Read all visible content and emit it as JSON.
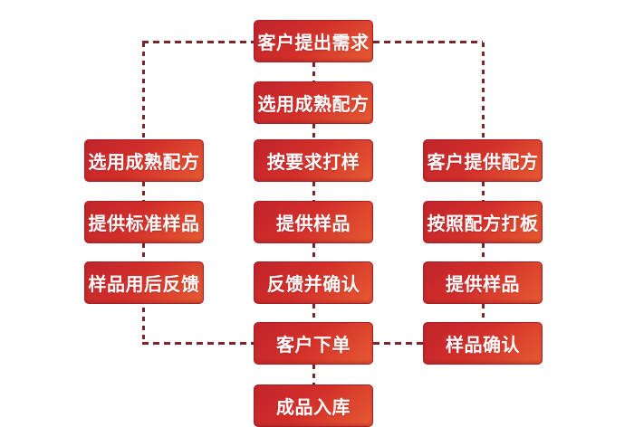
{
  "theme": {
    "bg": "#ffffff",
    "box_start": "#c1242b",
    "box_mid": "#d3302a",
    "box_end": "#e65b31",
    "box_edge": "#a82028",
    "connector": "#7c2528",
    "text": "#ffffff"
  },
  "flow": {
    "title": "",
    "nodes": {
      "customer_request": {
        "label": "客户提出需求"
      },
      "select_mature_formula": {
        "label": "选用成熟配方"
      },
      "sample_per_request": {
        "label": "按要求打样"
      },
      "provide_sample_mid": {
        "label": "提供样品"
      },
      "feedback_and_confirm": {
        "label": "反馈并确认"
      },
      "customer_order": {
        "label": "客户下单"
      },
      "finished_goods_storage": {
        "label": "成品入库"
      },
      "select_mature_formula_left": {
        "label": "选用成熟配方"
      },
      "provide_standard_sample": {
        "label": "提供标准样品"
      },
      "feedback_after_use": {
        "label": "样品用后反馈"
      },
      "customer_provides_formula": {
        "label": "客户提供配方"
      },
      "make_per_formula": {
        "label": "按照配方打板"
      },
      "provide_sample_right": {
        "label": "提供样品"
      },
      "sample_confirmation": {
        "label": "样品确认"
      }
    }
  }
}
